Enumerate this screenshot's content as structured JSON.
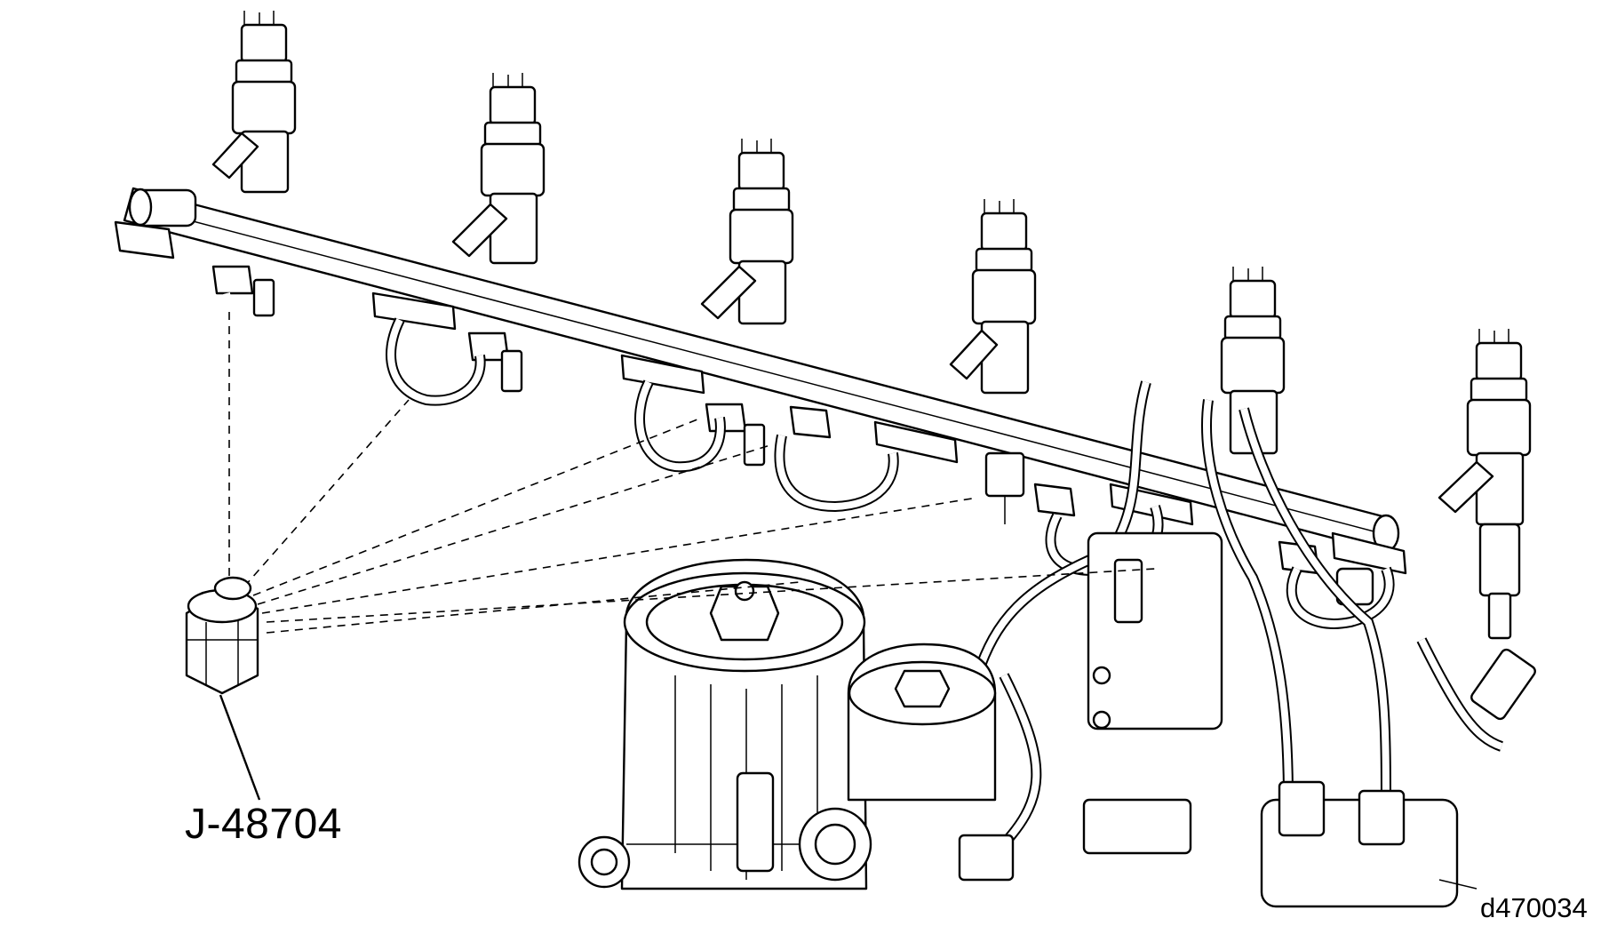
{
  "diagram": {
    "tool_label": "J-48704",
    "figure_id": "d470034",
    "colors": {
      "line": "#000000",
      "background": "#ffffff"
    },
    "components": [
      "fuel-rail",
      "fuel-injector-1",
      "fuel-injector-2",
      "fuel-injector-3",
      "fuel-injector-4",
      "fuel-injector-5",
      "fuel-injector-6",
      "rail-port-fitting",
      "fuel-line",
      "fuel-filter-housing",
      "fuel-pump-assembly",
      "cap-tool"
    ]
  }
}
